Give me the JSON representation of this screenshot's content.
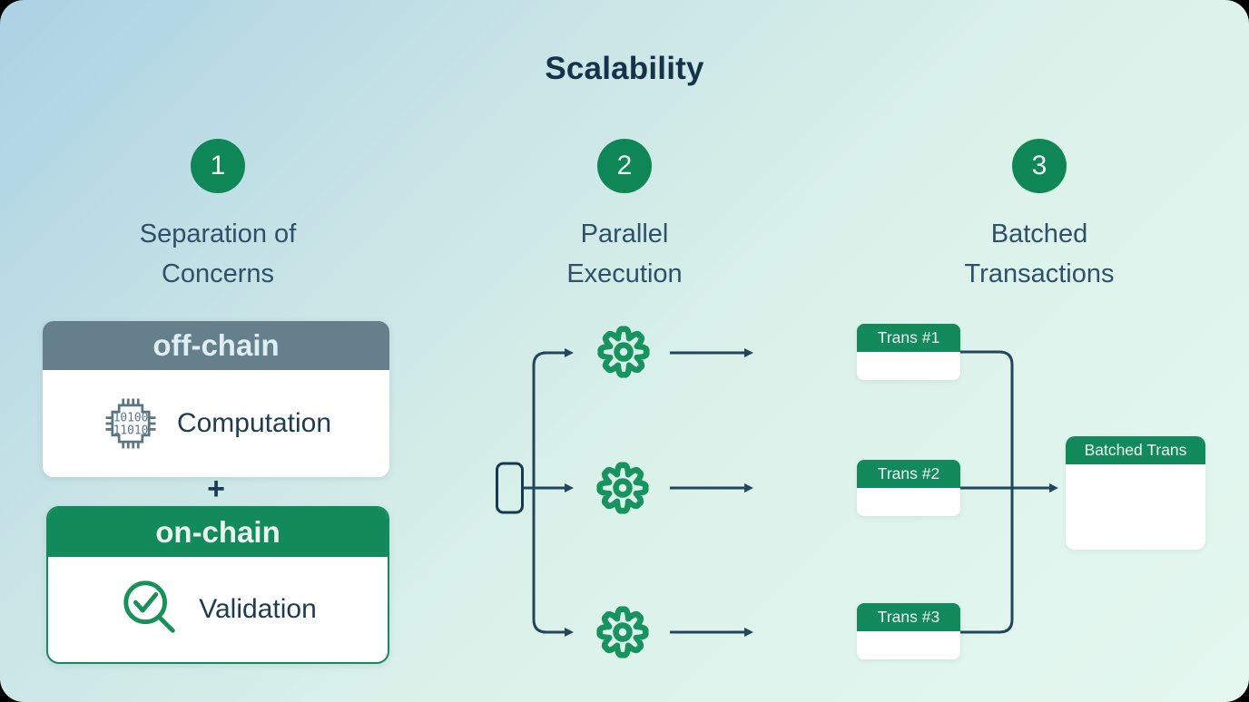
{
  "title": "Scalability",
  "steps": [
    {
      "number": "1",
      "heading1": "Separation of",
      "heading2": "Concerns"
    },
    {
      "number": "2",
      "heading1": "Parallel",
      "heading2": "Execution"
    },
    {
      "number": "3",
      "heading1": "Batched",
      "heading2": "Transactions"
    }
  ],
  "separation": {
    "offchain_header": "off-chain",
    "offchain_label": "Computation",
    "chip_text_line1": "10100",
    "chip_text_line2": "11010",
    "plus": "+",
    "onchain_header": "on-chain",
    "onchain_label": "Validation"
  },
  "batching": {
    "trans1": "Trans #1",
    "trans2": "Trans #2",
    "trans3": "Trans #3",
    "batched": "Batched Trans"
  },
  "colors": {
    "accent_green": "#128a5b",
    "gear_green": "#17935f",
    "header_gray": "#65808b",
    "connector_navy": "#24465c",
    "text_navy": "#1d3c52",
    "title_navy": "#14324a",
    "heading_slate": "#2e5068",
    "background_start": "#abd2e4",
    "background_end": "#e4f8f0"
  }
}
